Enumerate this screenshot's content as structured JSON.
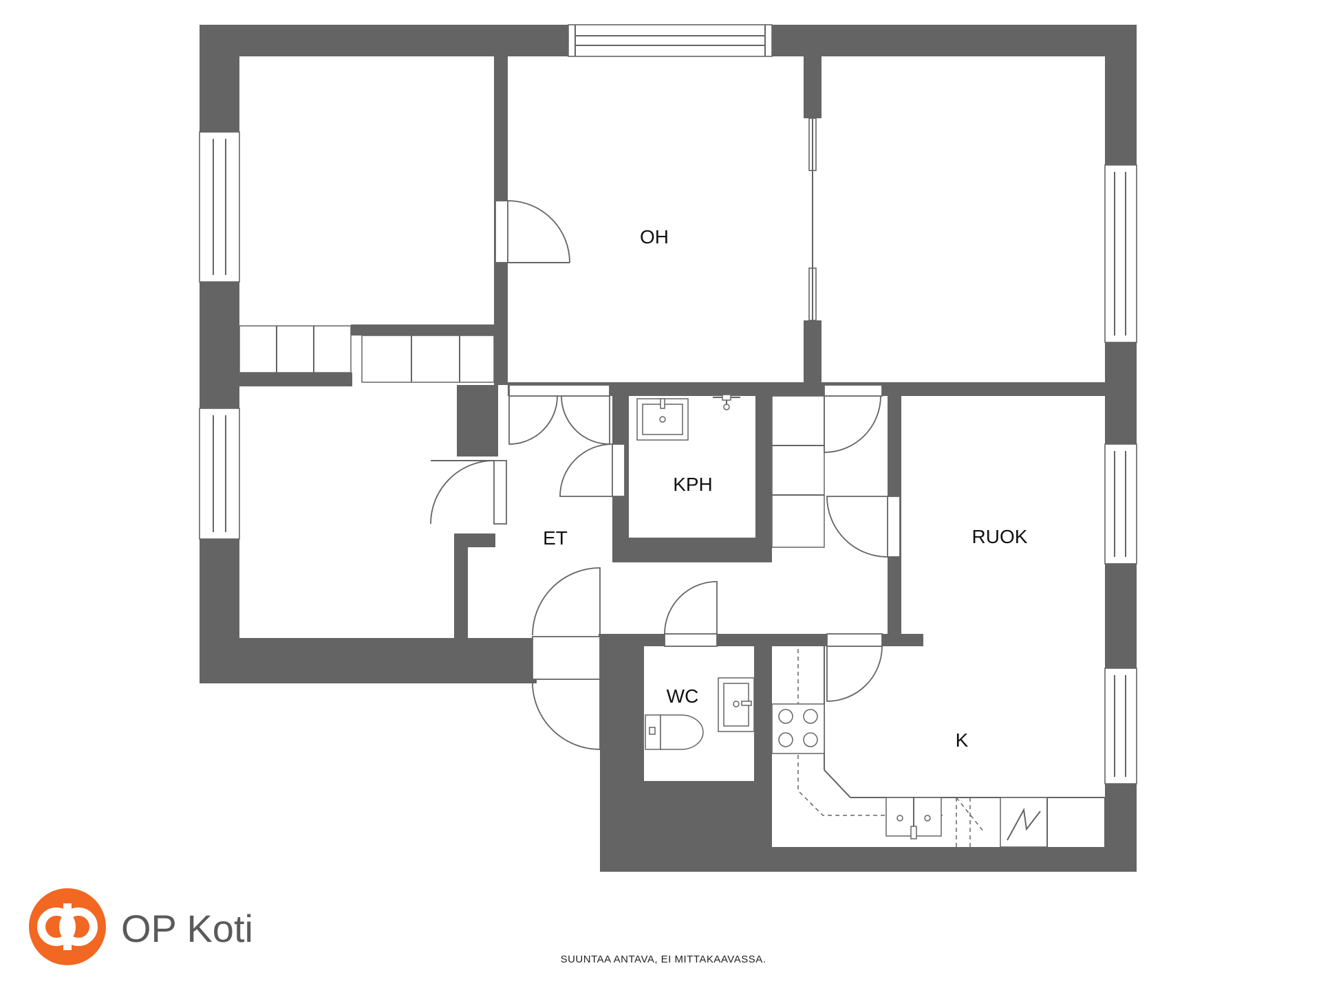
{
  "rooms": [
    {
      "label": "OH"
    },
    {
      "label": "KPH"
    },
    {
      "label": "ET"
    },
    {
      "label": "RUOK"
    },
    {
      "label": "WC"
    },
    {
      "label": "K"
    }
  ],
  "brand": {
    "name": "OP Koti",
    "logo_color": "#f26722"
  },
  "disclaimer": "SUUNTAA ANTAVA, EI MITTAKAAVASSA.",
  "colors": {
    "wall": "#646464",
    "background": "#ffffff"
  }
}
